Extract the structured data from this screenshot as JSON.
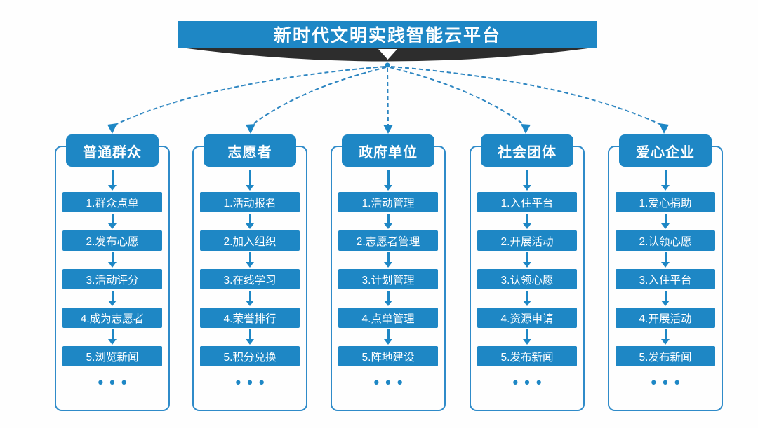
{
  "title": "新时代文明实践智能云平台",
  "colors": {
    "primary_blue": "#1e87c5",
    "outline_blue": "#2f8bc9",
    "ribbon_dark": "#2d2d2d",
    "background": "#fefefe",
    "text_on_blue": "#ffffff"
  },
  "columns": [
    {
      "header": "普通群众",
      "items": [
        "1.群众点单",
        "2.发布心愿",
        "3.活动评分",
        "4.成为志愿者",
        "5.浏览新闻"
      ],
      "ellipsis": "•••"
    },
    {
      "header": "志愿者",
      "items": [
        "1.活动报名",
        "2.加入组织",
        "3.在线学习",
        "4.荣誉排行",
        "5.积分兑换"
      ],
      "ellipsis": "•••"
    },
    {
      "header": "政府单位",
      "items": [
        "1.活动管理",
        "2.志愿者管理",
        "3.计划管理",
        "4.点单管理",
        "5.阵地建设"
      ],
      "ellipsis": "•••"
    },
    {
      "header": "社会团体",
      "items": [
        "1.入住平台",
        "2.开展活动",
        "3.认领心愿",
        "4.资源申请",
        "5.发布新闻"
      ],
      "ellipsis": "•••"
    },
    {
      "header": "爱心企业",
      "items": [
        "1.爱心捐助",
        "2.认领心愿",
        "3.入住平台",
        "4.开展活动",
        "5.发布新闻"
      ],
      "ellipsis": "•••"
    }
  ]
}
